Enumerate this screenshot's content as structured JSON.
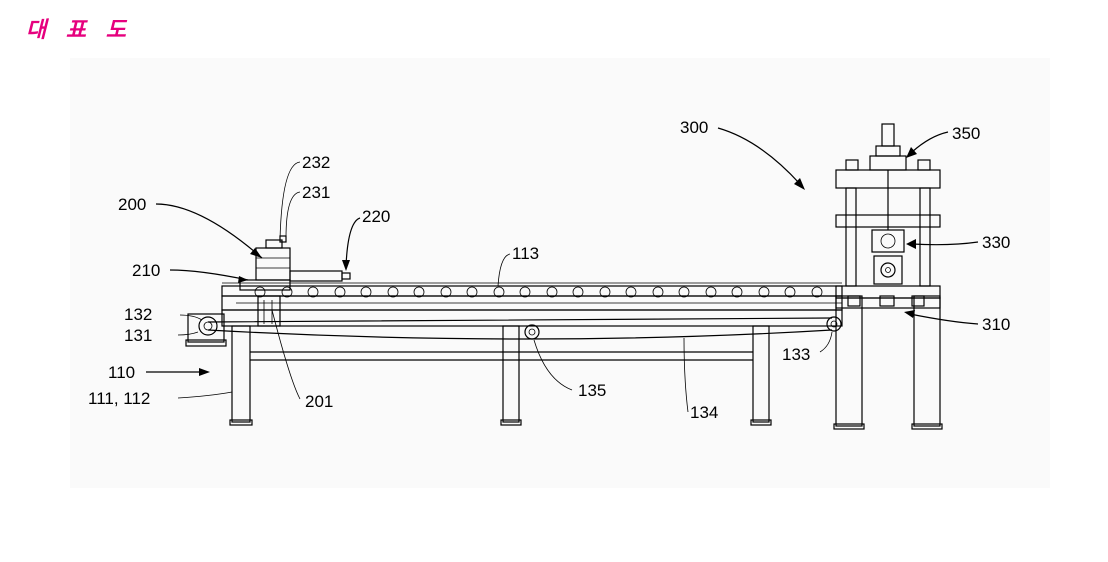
{
  "header": {
    "title": "대 표 도",
    "color": "#e6007e"
  },
  "labels": {
    "l200": "200",
    "l210": "210",
    "l220": "220",
    "l231": "231",
    "l232": "232",
    "l113": "113",
    "l132": "132",
    "l131": "131",
    "l110": "110",
    "l111": "111, 112",
    "l201": "201",
    "l135": "135",
    "l134": "134",
    "l133": "133",
    "l300": "300",
    "l350": "350",
    "l330": "330",
    "l310": "310"
  }
}
